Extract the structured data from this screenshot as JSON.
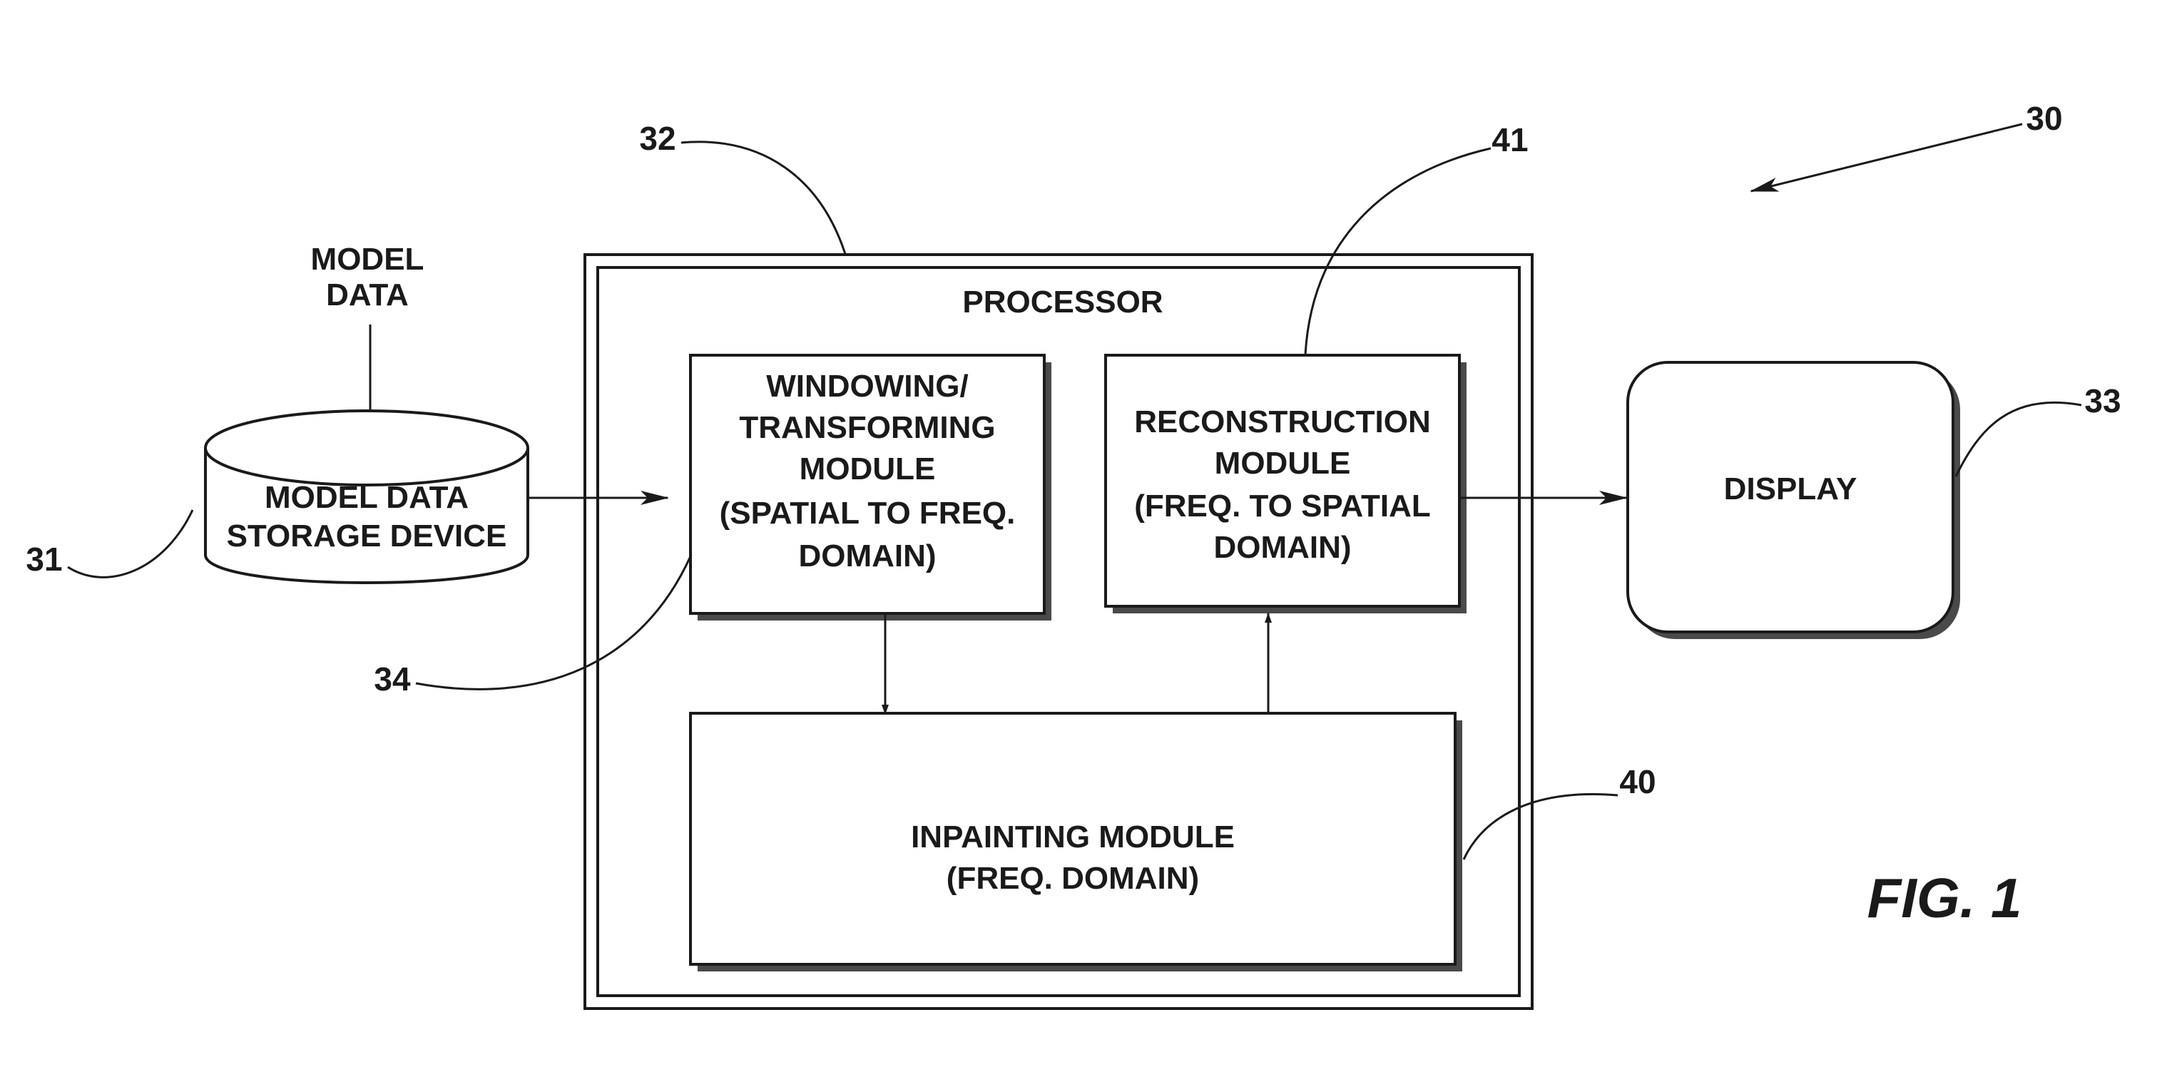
{
  "diagram": {
    "model_data_input": [
      "MODEL",
      "DATA"
    ],
    "storage": {
      "lines": [
        "MODEL DATA",
        "STORAGE DEVICE"
      ],
      "ref": "31"
    },
    "processor": {
      "label": "PROCESSOR",
      "ref": "32"
    },
    "windowing_module": {
      "lines": [
        "WINDOWING/",
        "TRANSFORMING",
        "MODULE",
        "(SPATIAL TO FREQ.",
        "DOMAIN)"
      ],
      "ref": "34"
    },
    "reconstruction_module": {
      "lines": [
        "RECONSTRUCTION",
        "MODULE",
        "(FREQ. TO SPATIAL",
        "DOMAIN)"
      ],
      "ref": "41"
    },
    "inpainting_module": {
      "lines": [
        "INPAINTING MODULE",
        "(FREQ. DOMAIN)"
      ],
      "ref": "40"
    },
    "display": {
      "label": "DISPLAY",
      "ref": "33"
    },
    "system_ref": "30",
    "figure_label": "FIG. 1"
  }
}
